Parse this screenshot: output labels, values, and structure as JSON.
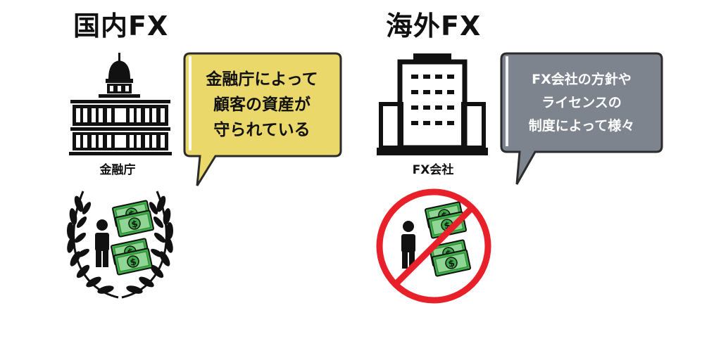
{
  "colors": {
    "bubble_left_fill": "#ead86b",
    "bubble_right_fill": "#7d848e",
    "bubble_outline": "#2b2b2b",
    "prohibited_red": "#e8202a",
    "money_green": "#3cae48",
    "money_light": "#8fd694",
    "icon_black": "#111111"
  },
  "left": {
    "title": "国内FX",
    "icon": "government-building-icon",
    "caption": "金融庁",
    "bubble_lines": [
      "金融庁によって",
      "顧客の資産が",
      "守られている"
    ],
    "emblem": "laurel-wreath-person-money-icon"
  },
  "right": {
    "title": "海外FX",
    "icon": "office-building-icon",
    "caption": "FX会社",
    "bubble_lines": [
      "FX会社の方針や",
      "ライセンスの",
      "制度によって様々"
    ],
    "emblem": "prohibited-person-money-icon"
  }
}
